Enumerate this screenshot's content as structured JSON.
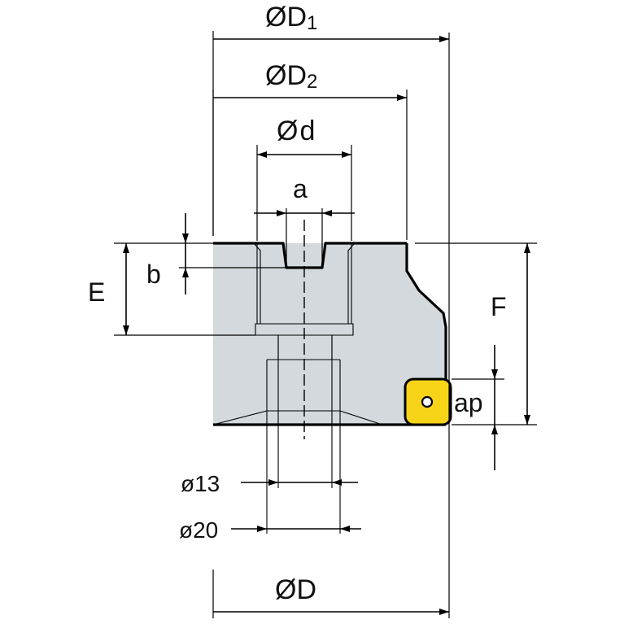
{
  "labels": {
    "D1": "D",
    "D1_sub": "1",
    "D2": "D",
    "D2_sub": "2",
    "d": "d",
    "a": "a",
    "b": "b",
    "E": "E",
    "F": "F",
    "ap": "ap",
    "dia13": "ø13",
    "dia20": "ø20",
    "D": "D",
    "dia_symbol": "Ø"
  },
  "colors": {
    "body_fill": "#d3d9dc",
    "insert_fill": "#f7d417",
    "line": "#000000"
  }
}
